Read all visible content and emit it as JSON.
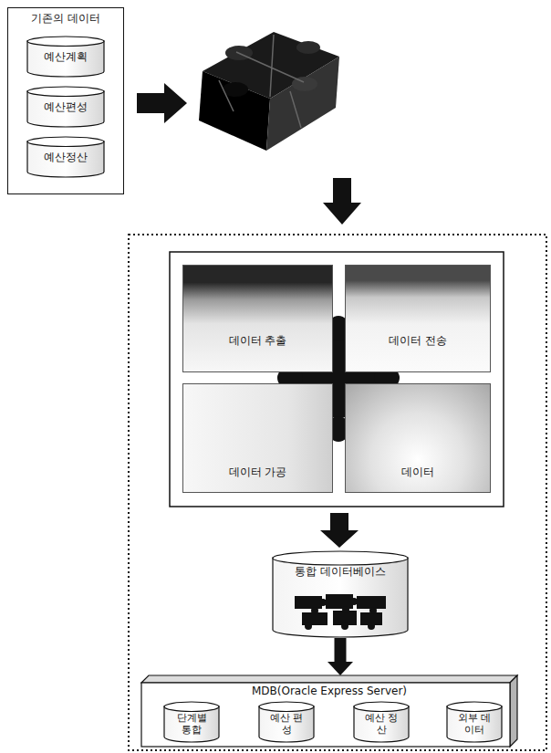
{
  "diagram": {
    "nodes": [
      {
        "text": [
          "기존의 데이터"
        ]
      },
      {
        "text": [
          "예산계획"
        ],
        "in": 0
      },
      {
        "text": [
          "예산편성"
        ],
        "in": 0
      },
      {
        "text": [
          "예산정산"
        ],
        "in": 0
      },
      {
        "text": [
          "데이터 추출"
        ]
      },
      {
        "text": [
          "데이터 전송"
        ]
      },
      {
        "text": [
          "데이터 가공"
        ]
      },
      {
        "text": [
          "데이터"
        ]
      },
      {
        "text": [
          "통합 데이터베이스"
        ]
      },
      {
        "text": [
          "MDB(Oracle Express Server)"
        ]
      },
      {
        "text": [
          "단계별 통합"
        ],
        "in": 9
      },
      {
        "text": [
          "예산 편성"
        ],
        "in": 9
      },
      {
        "text": [
          "예산 정산"
        ],
        "in": 9
      },
      {
        "text": [
          "외부 데이터"
        ],
        "in": 9
      }
    ],
    "edges": [
      {
        "from": 8,
        "to": 9,
        "arrow": "to"
      }
    ]
  }
}
